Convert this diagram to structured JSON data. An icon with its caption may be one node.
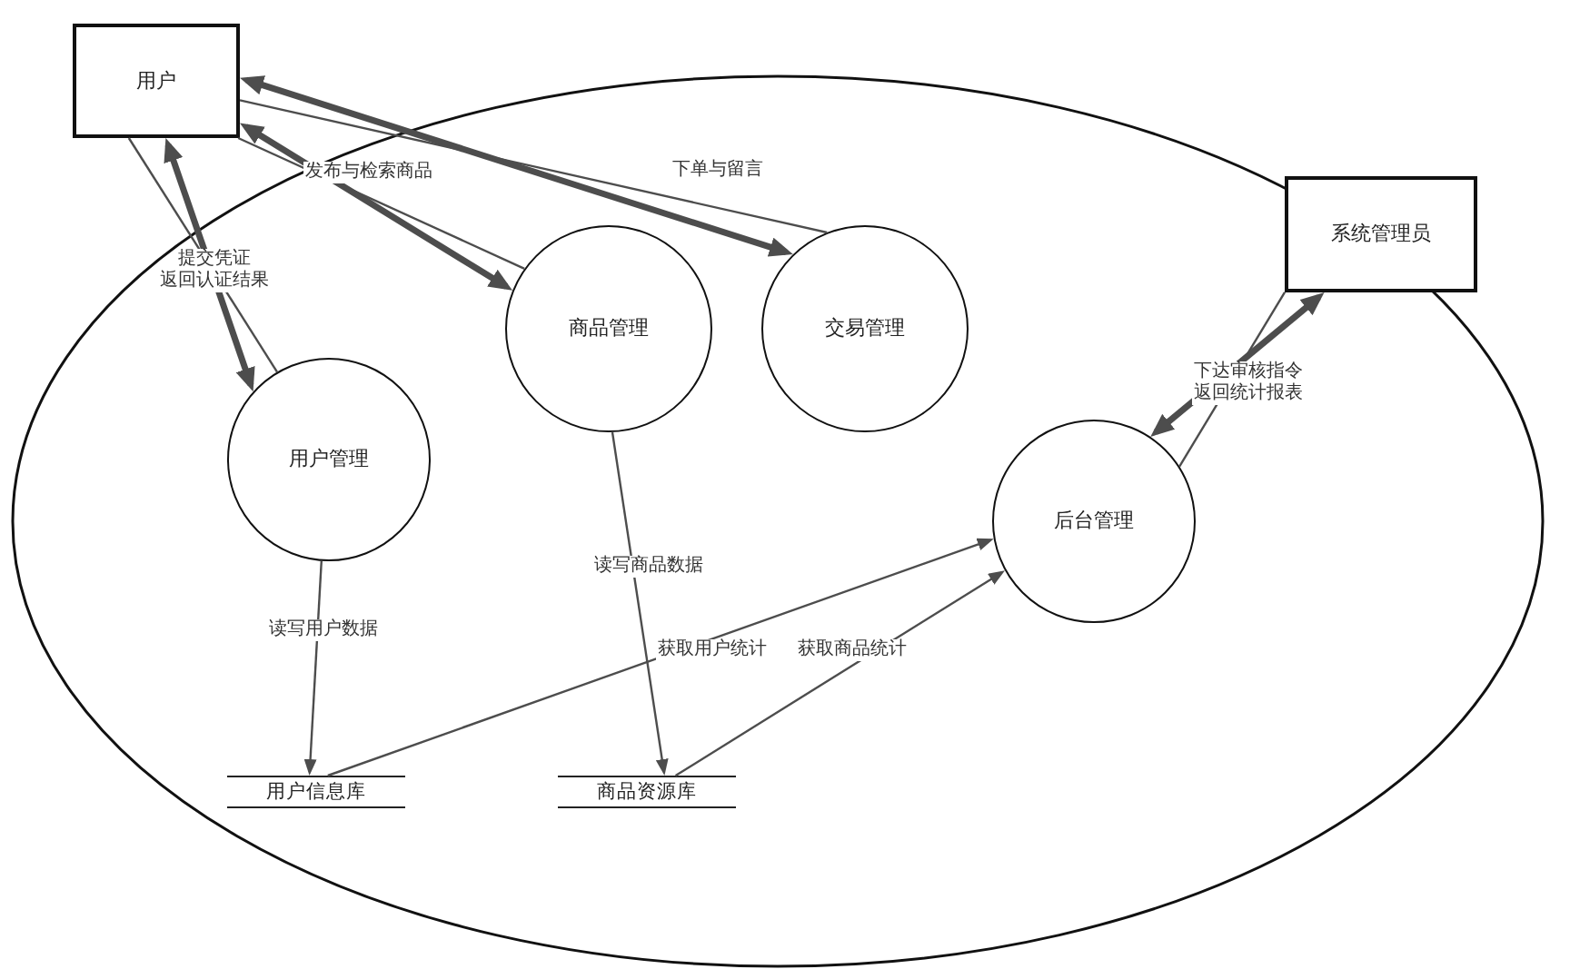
{
  "diagram": {
    "nodes": [
      {
        "text": [
          "用户"
        ]
      },
      {
        "text": [],
        "shape": "ellipse"
      },
      {
        "text": [
          "系统管理员"
        ]
      },
      {
        "text": [
          "商品管理"
        ],
        "in": 1
      },
      {
        "text": [
          "交易管理"
        ],
        "in": 1
      },
      {
        "text": [
          "用户管理"
        ],
        "in": 1
      },
      {
        "text": [
          "后台管理"
        ],
        "in": 1
      },
      {
        "text": [
          "用户信息库"
        ],
        "in": 1
      },
      {
        "text": [
          "商品资源库"
        ],
        "in": 1
      }
    ],
    "edges": [
      {
        "from": 0,
        "to": 5,
        "arrow": "both",
        "style": "thick",
        "label": "提交凭证"
      },
      {
        "from": 0,
        "to": 5,
        "arrow": "none",
        "label": "返回认证结果"
      },
      {
        "from": 0,
        "to": 3,
        "arrow": "both",
        "style": "thick"
      },
      {
        "from": 0,
        "to": 3,
        "arrow": "none",
        "label": "发布与检索商品"
      },
      {
        "from": 0,
        "to": 4,
        "arrow": "both",
        "style": "thick"
      },
      {
        "from": 0,
        "to": 4,
        "arrow": "none",
        "label": "下单与留言"
      },
      {
        "from": 2,
        "to": 6,
        "arrow": "both",
        "style": "thick",
        "label": "下达审核指令"
      },
      {
        "from": 2,
        "to": 6,
        "arrow": "none",
        "label": "返回统计报表"
      },
      {
        "from": 5,
        "to": 7,
        "arrow": "to",
        "label": "读写用户数据"
      },
      {
        "from": 3,
        "to": 8,
        "arrow": "to",
        "label": "读写商品数据"
      },
      {
        "from": 7,
        "to": 6,
        "arrow": "to",
        "label": "获取用户统计"
      },
      {
        "from": 8,
        "to": 6,
        "arrow": "to",
        "label": "获取商品统计"
      }
    ]
  }
}
